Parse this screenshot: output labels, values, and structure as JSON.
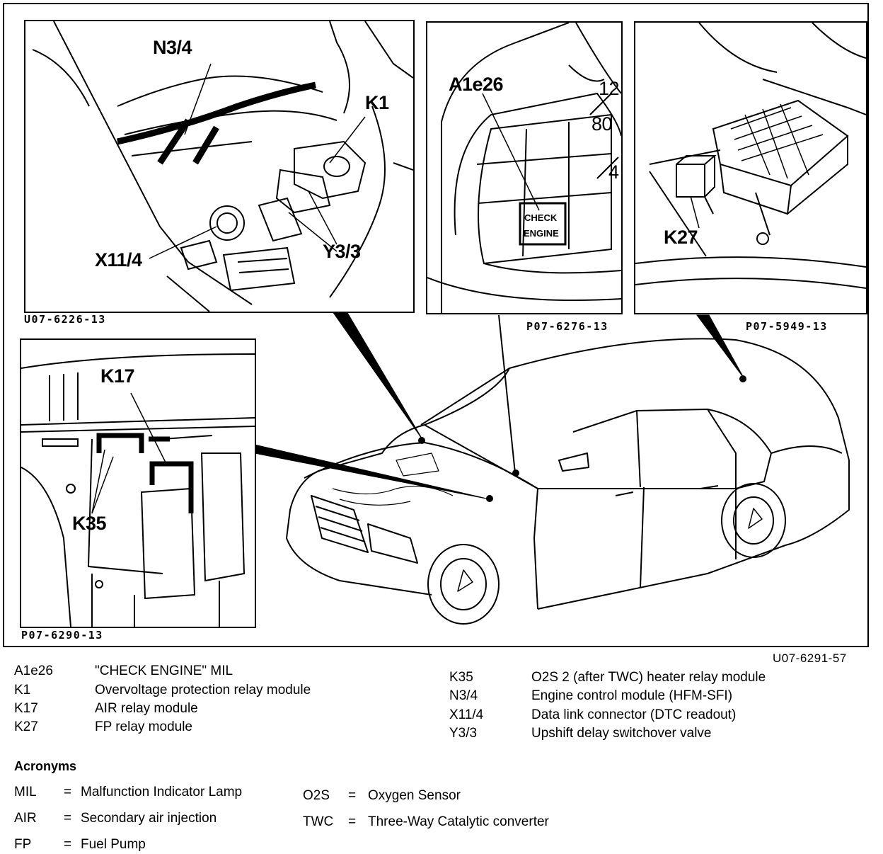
{
  "insets": {
    "engine": {
      "code": "U07-6226-13",
      "labels": {
        "n34": "N3/4",
        "k1": "K1",
        "x114": "X11/4",
        "y33": "Y3/3"
      }
    },
    "cluster": {
      "code": "P07-6276-13",
      "labels": {
        "a1e26": "A1e26",
        "check": "CHECK",
        "engine": "ENGINE",
        "g12": "12",
        "g80": "80",
        "g4": "4"
      }
    },
    "fuse": {
      "code": "P07-5949-13",
      "labels": {
        "k27": "K27"
      }
    },
    "relay": {
      "code": "P07-6290-13",
      "labels": {
        "k17": "K17",
        "k35": "K35"
      }
    }
  },
  "figure_code": "U07-6291-57",
  "components": [
    {
      "code": "A1e26",
      "desc": "\"CHECK ENGINE\" MIL"
    },
    {
      "code": "K1",
      "desc": "Overvoltage protection relay module"
    },
    {
      "code": "K17",
      "desc": "AIR relay module"
    },
    {
      "code": "K27",
      "desc": "FP relay module"
    },
    {
      "code": "K35",
      "desc": "O2S 2 (after TWC) heater relay module"
    },
    {
      "code": "N3/4",
      "desc": "Engine control module (HFM-SFI)"
    },
    {
      "code": "X11/4",
      "desc": "Data link connector (DTC readout)"
    },
    {
      "code": "Y3/3",
      "desc": "Upshift delay switchover valve"
    }
  ],
  "acronyms": {
    "title": "Acronyms",
    "items": [
      {
        "abbr": "MIL",
        "eq": "=",
        "desc": "Malfunction Indicator Lamp"
      },
      {
        "abbr": "AIR",
        "eq": "=",
        "desc": "Secondary air injection"
      },
      {
        "abbr": "FP",
        "eq": "=",
        "desc": "Fuel Pump"
      },
      {
        "abbr": "O2S",
        "eq": "=",
        "desc": "Oxygen Sensor"
      },
      {
        "abbr": "TWC",
        "eq": "=",
        "desc": "Three-Way Catalytic converter"
      }
    ]
  }
}
